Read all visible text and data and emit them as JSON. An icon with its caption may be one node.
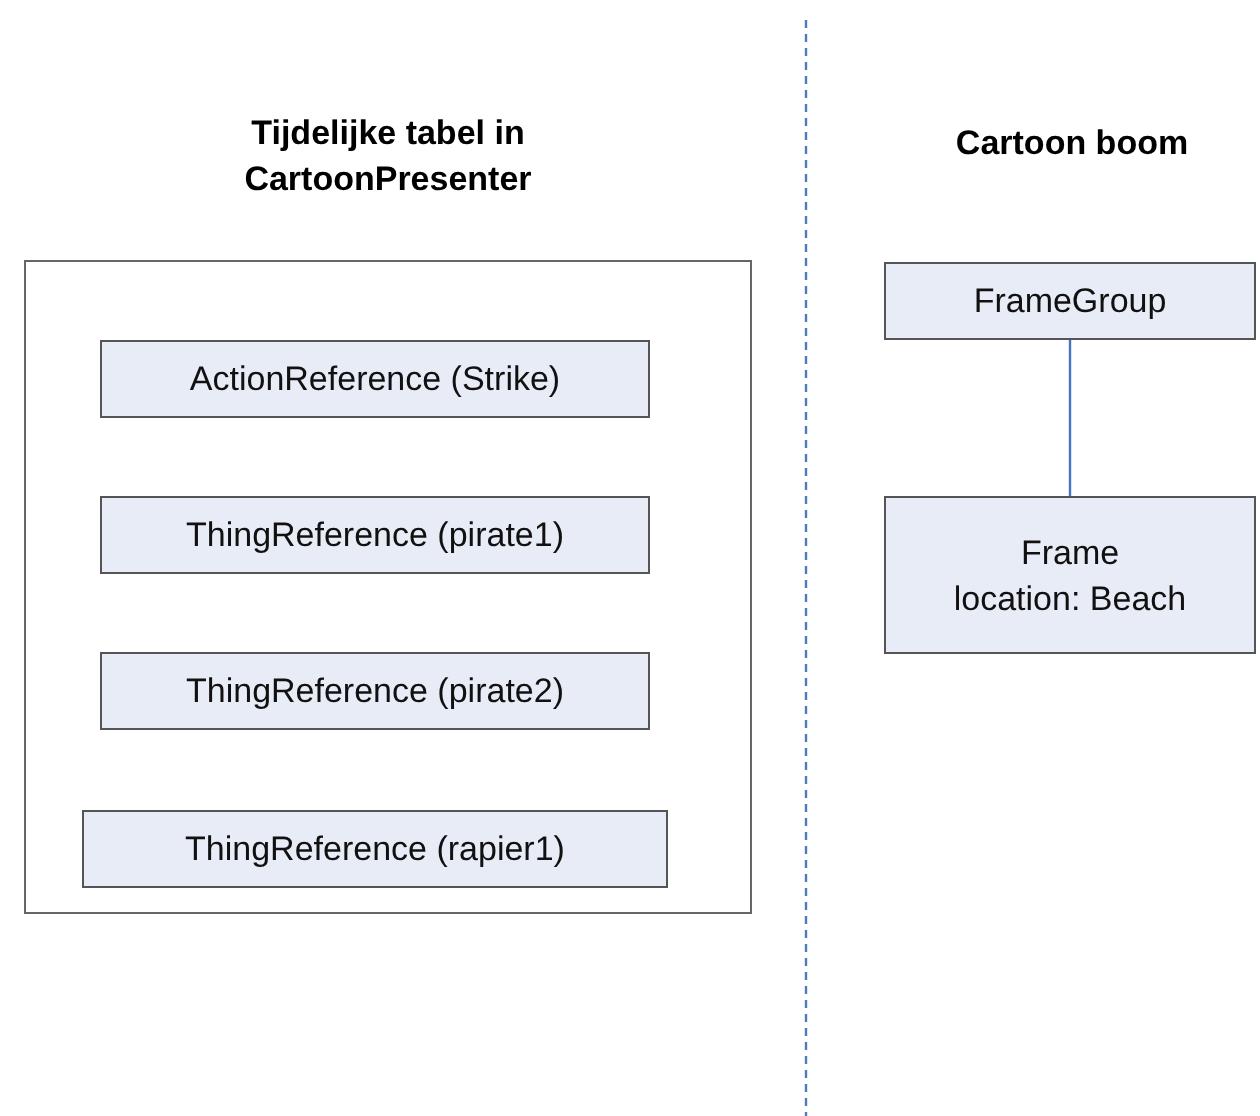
{
  "diagram": {
    "nodes": [
      {
        "text": [
          "Tijdelijke tabel in CartoonPresenter"
        ]
      },
      {
        "text": [
          "ActionReference (Strike)"
        ],
        "in": 0
      },
      {
        "text": [
          "ThingReference (pirate1)"
        ],
        "in": 0
      },
      {
        "text": [
          "ThingReference (pirate2)"
        ],
        "in": 0
      },
      {
        "text": [
          "ThingReference (rapier1)"
        ],
        "in": 0
      },
      {
        "text": [
          "FrameGroup"
        ]
      },
      {
        "text": [
          "Frame",
          "location: Beach"
        ]
      }
    ],
    "edges": [
      {
        "from": 5,
        "to": 6,
        "arrow": "none"
      }
    ],
    "labels": [
      "Cartoon boom"
    ]
  }
}
